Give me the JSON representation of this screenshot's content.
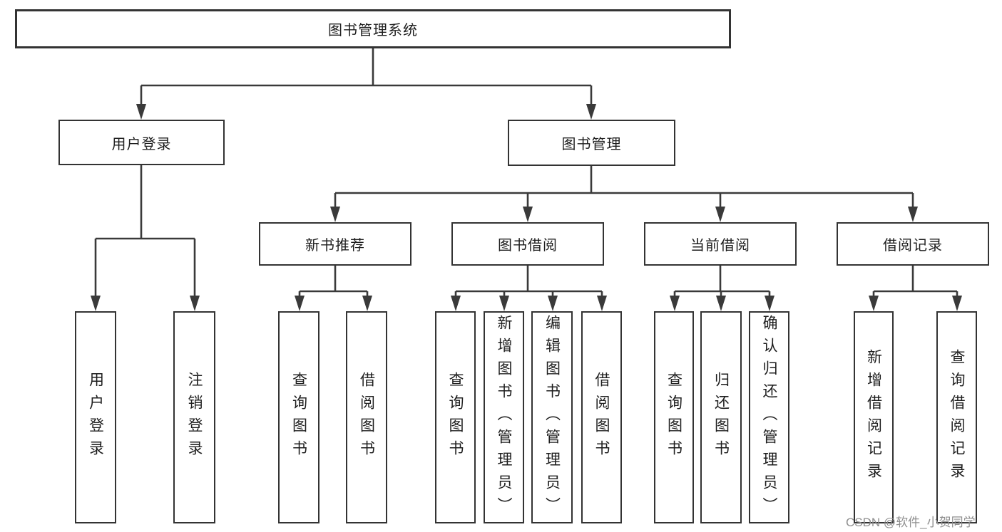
{
  "diagram": {
    "line_color": "#3a3a3a",
    "box_border_color": "#333333",
    "text_color": "#1e1e1e",
    "tree": {
      "label": "图书管理系统",
      "children": [
        {
          "label": "用户登录",
          "children": [
            {
              "label": "用户登录"
            },
            {
              "label": "注销登录"
            }
          ]
        },
        {
          "label": "图书管理",
          "children": [
            {
              "label": "新书推荐",
              "children": [
                {
                  "label": "查询图书"
                },
                {
                  "label": "借阅图书"
                }
              ]
            },
            {
              "label": "图书借阅",
              "children": [
                {
                  "label": "查询图书"
                },
                {
                  "label": "新增图书（管理员）"
                },
                {
                  "label": "编辑图书（管理员）"
                },
                {
                  "label": "借阅图书"
                }
              ]
            },
            {
              "label": "当前借阅",
              "children": [
                {
                  "label": "查询图书"
                },
                {
                  "label": "归还图书"
                },
                {
                  "label": "确认归还（管理员）"
                }
              ]
            },
            {
              "label": "借阅记录",
              "children": [
                {
                  "label": "新增借阅记录"
                },
                {
                  "label": "查询借阅记录"
                }
              ]
            }
          ]
        }
      ]
    }
  },
  "watermark": {
    "text": "CSDN @软件_小贺同学",
    "color": "#8f8f8f"
  }
}
